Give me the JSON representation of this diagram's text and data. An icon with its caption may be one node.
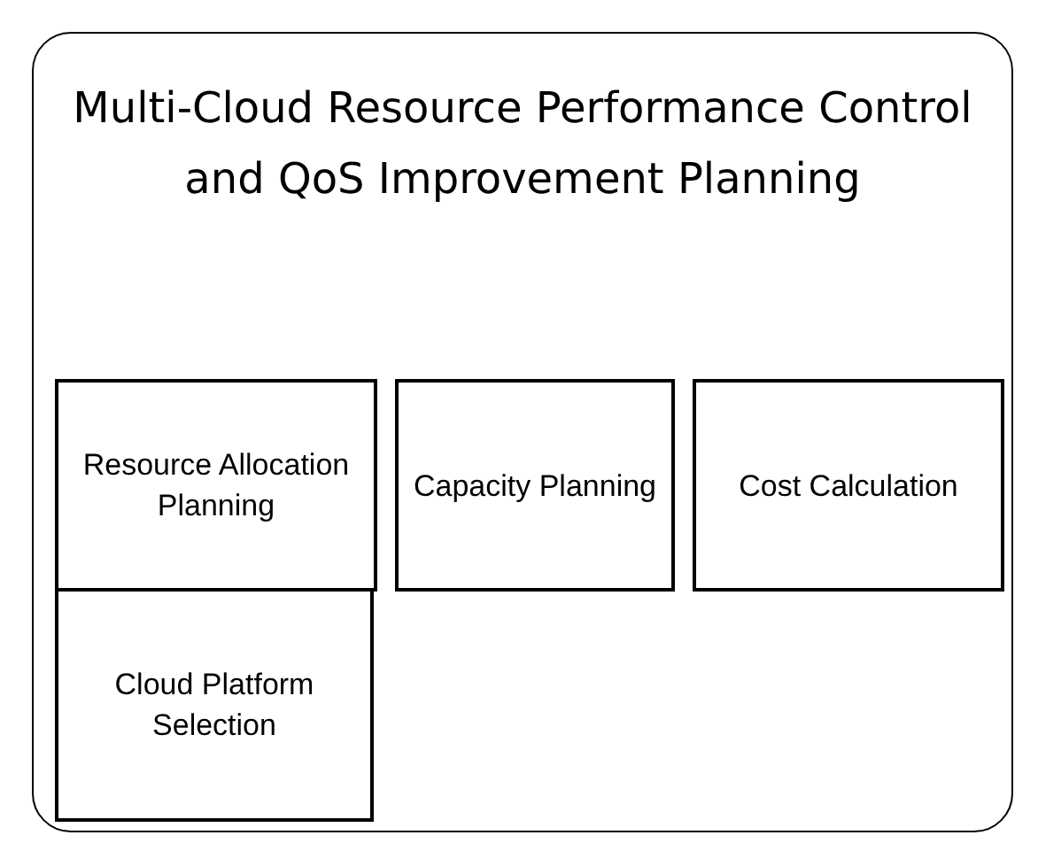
{
  "diagram": {
    "nodes": [
      {
        "text": [
          "Multi-Cloud Resource Performance Control and QoS Improvement Planning"
        ]
      },
      {
        "text": [
          "Resource Allocation Planning"
        ],
        "in": 0
      },
      {
        "text": [
          "Capacity Planning"
        ],
        "in": 0
      },
      {
        "text": [
          "Cost Calculation"
        ],
        "in": 0
      },
      {
        "text": [
          "Cloud Platform Selection"
        ],
        "in": 0
      }
    ]
  }
}
